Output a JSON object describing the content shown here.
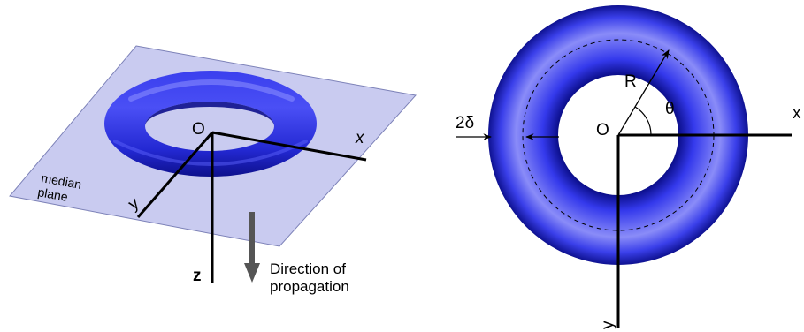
{
  "colors": {
    "plane_fill": "#c9cbf0",
    "plane_stroke": "#7d82b8",
    "torus_main": "#2f34e8",
    "torus_dark": "#0b0e8a",
    "torus_light": "#8a8cf8",
    "propagation_arrow": "#555555",
    "ink": "#000000"
  },
  "left_view": {
    "origin_label": "O",
    "axis_x_label": "x",
    "axis_y_label": "y",
    "axis_z_label": "z",
    "plane_label_line1": "median",
    "plane_label_line2": "plane",
    "direction_line1": "Direction of",
    "direction_line2": "propagation"
  },
  "right_view": {
    "origin_label": "O",
    "radius_label": "R",
    "angle_label": "θ",
    "thickness_label": "2δ",
    "axis_x_label": "x",
    "axis_y_label": "y"
  }
}
